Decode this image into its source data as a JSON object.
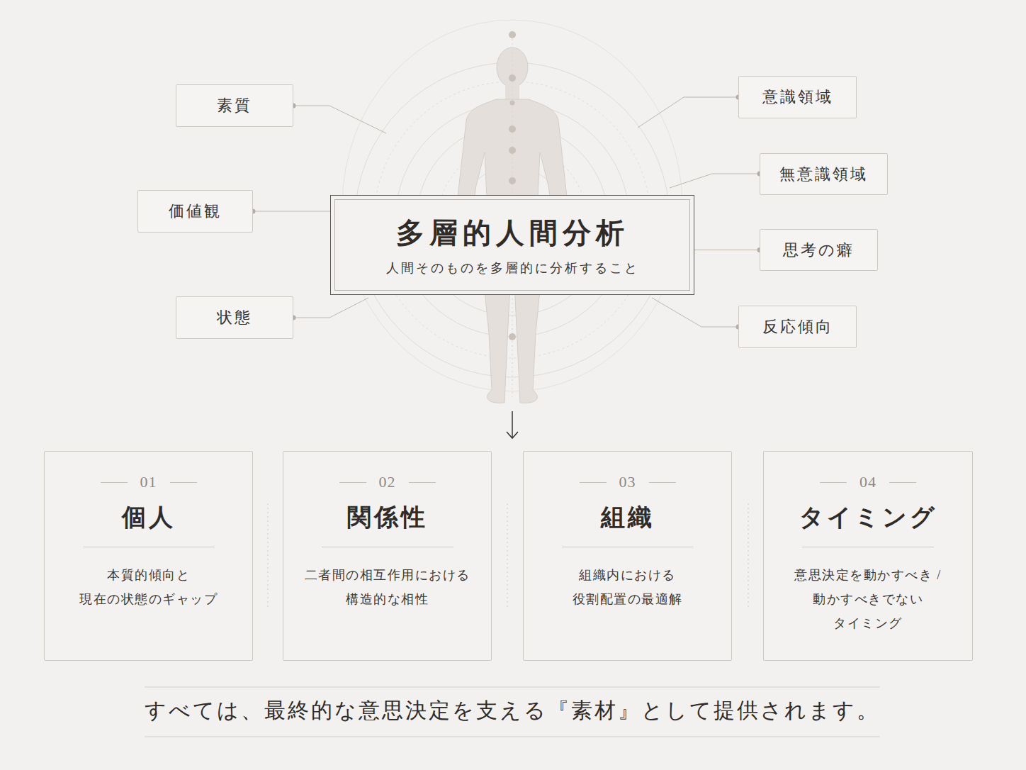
{
  "diagram": {
    "caption": "すべては、最終的な意思決定を支える『素材』として提供されます。",
    "nodes": [
      {
        "text": [
          "素質"
        ]
      },
      {
        "text": [
          "意識領域"
        ]
      },
      {
        "text": [
          "無意識領域"
        ]
      },
      {
        "text": [
          "価値観"
        ]
      },
      {
        "text": [
          "多層的人間分析",
          "人間そのものを多層的に分析すること"
        ]
      },
      {
        "text": [
          "思考の癖"
        ]
      },
      {
        "text": [
          "状態"
        ]
      },
      {
        "text": [
          "反応傾向"
        ]
      },
      {
        "text": [
          "01",
          "個人",
          "本質的傾向と 現在の状態のギャップ"
        ]
      },
      {
        "text": [
          "02",
          "関係性",
          "二者間の相互作用における 構造的な相性"
        ]
      },
      {
        "text": [
          "03",
          "組織",
          "組織内における 役割配置の最適解"
        ]
      },
      {
        "text": [
          "04",
          "タイミング",
          "意思決定を動かすべき / 動かすべきでない タイミング"
        ]
      }
    ],
    "edges": [
      {
        "from": 3,
        "to": 4,
        "arrow": "none"
      },
      {
        "from": 4,
        "to": 5,
        "arrow": "none"
      }
    ]
  }
}
